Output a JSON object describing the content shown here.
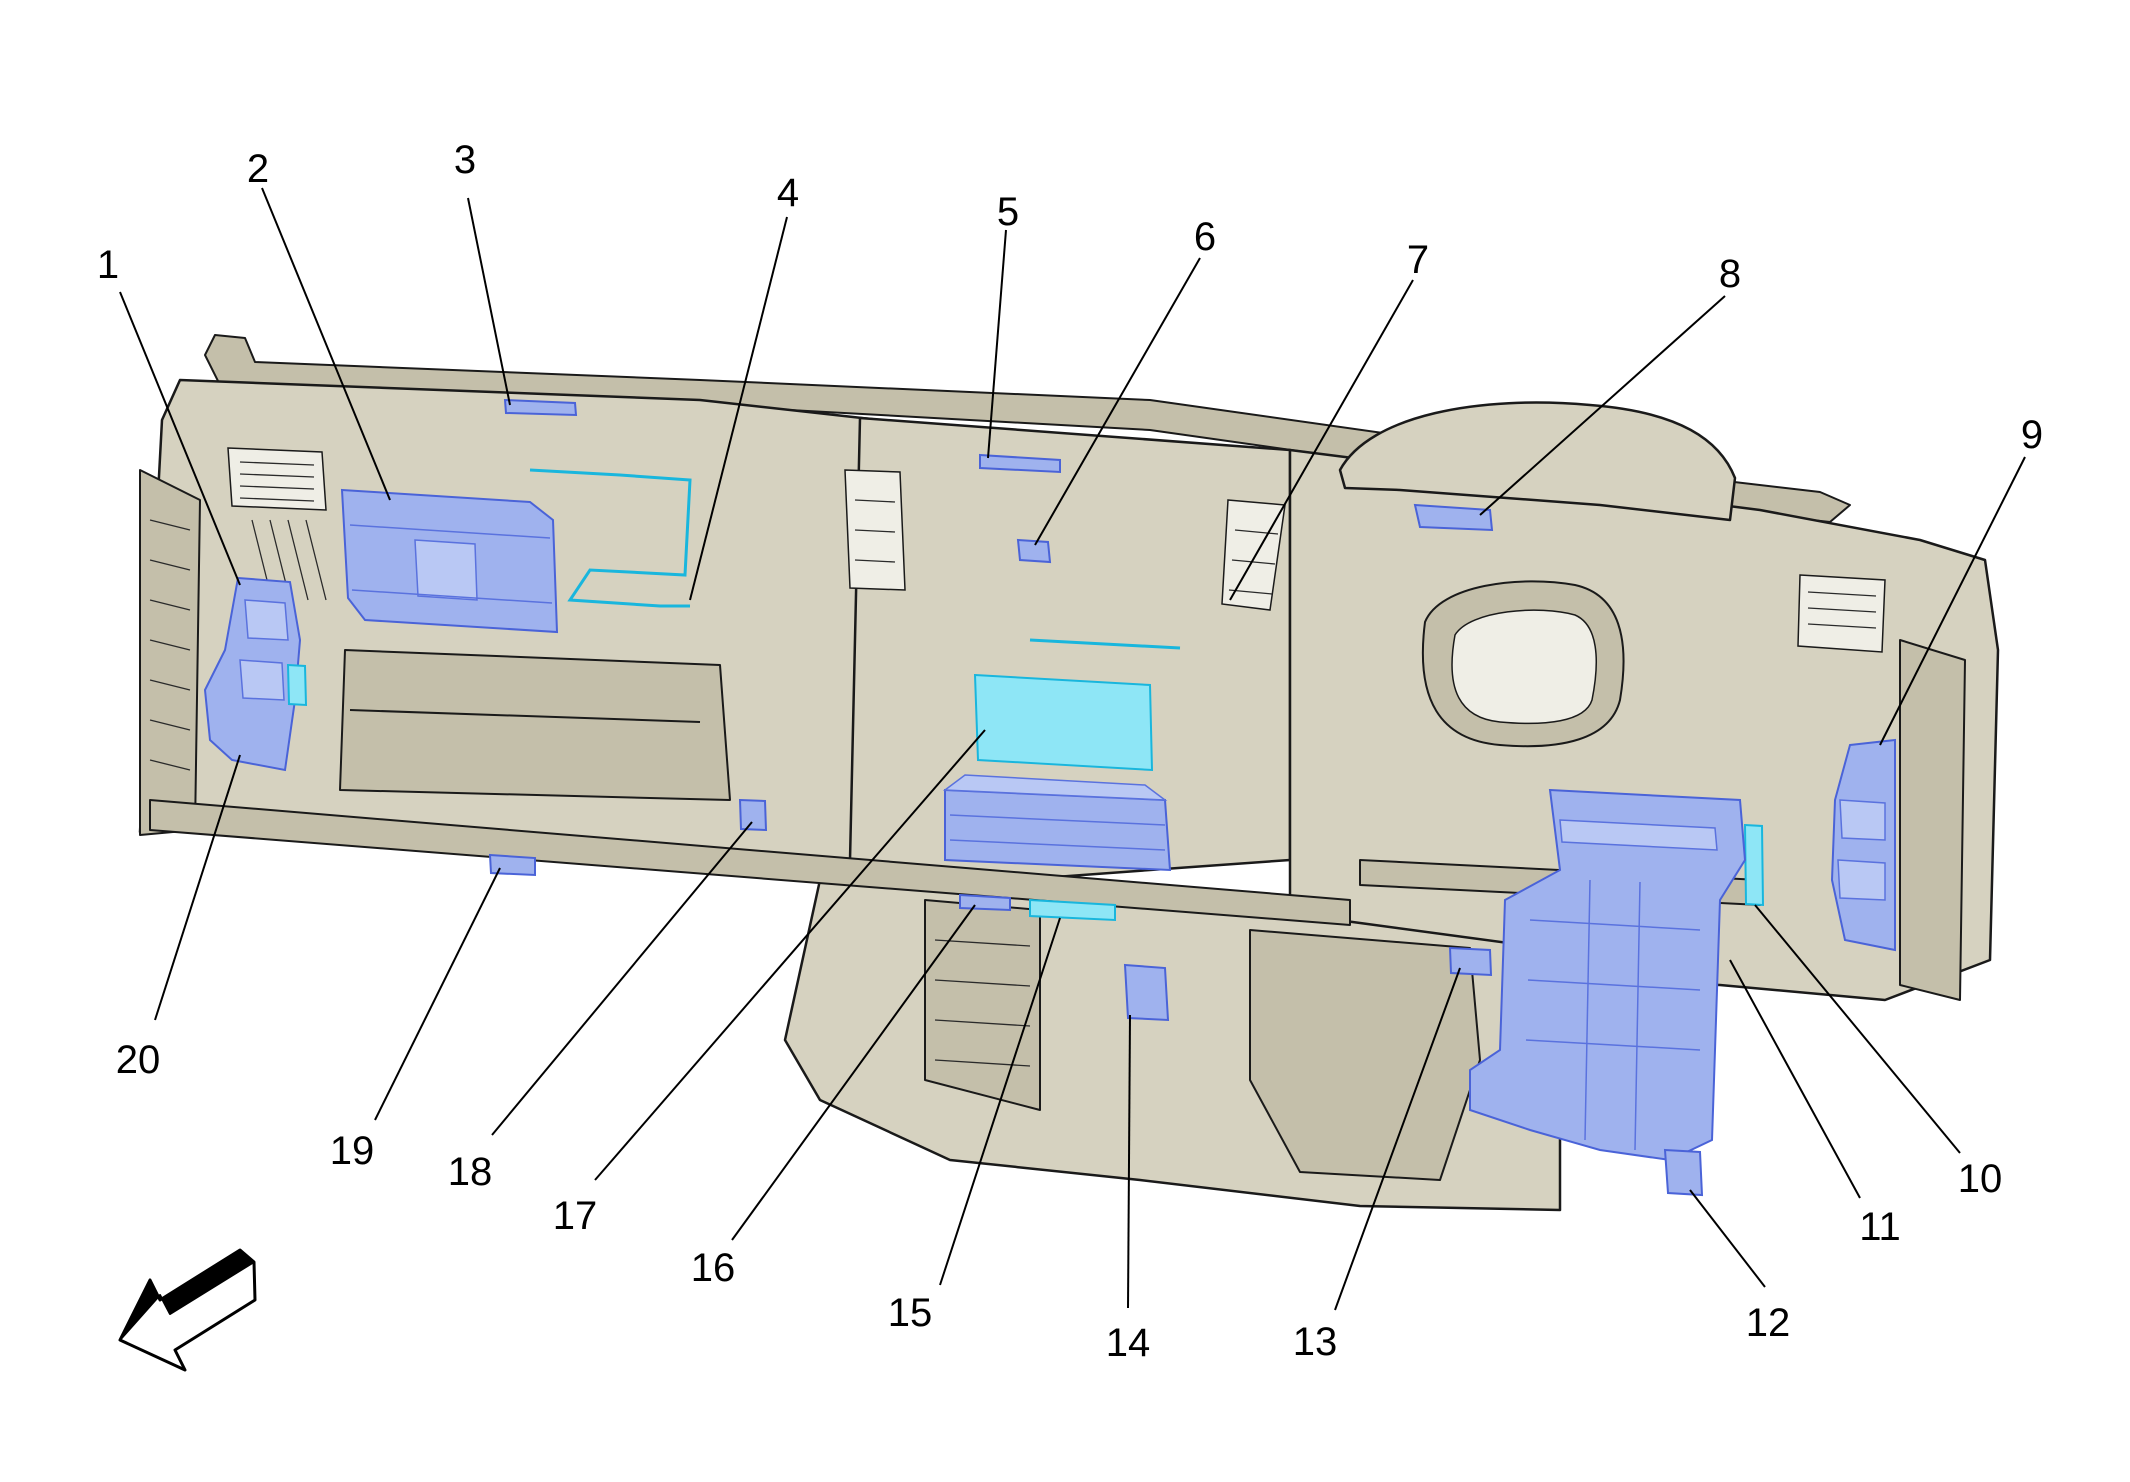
{
  "diagram": {
    "callouts": [
      {
        "id": "1",
        "text": "1"
      },
      {
        "id": "2",
        "text": "2"
      },
      {
        "id": "3",
        "text": "3"
      },
      {
        "id": "4",
        "text": "4"
      },
      {
        "id": "5",
        "text": "5"
      },
      {
        "id": "6",
        "text": "6"
      },
      {
        "id": "7",
        "text": "7"
      },
      {
        "id": "8",
        "text": "8"
      },
      {
        "id": "9",
        "text": "9"
      },
      {
        "id": "10",
        "text": "10"
      },
      {
        "id": "11",
        "text": "11"
      },
      {
        "id": "12",
        "text": "12"
      },
      {
        "id": "13",
        "text": "13"
      },
      {
        "id": "14",
        "text": "14"
      },
      {
        "id": "15",
        "text": "15"
      },
      {
        "id": "16",
        "text": "16"
      },
      {
        "id": "17",
        "text": "17"
      },
      {
        "id": "18",
        "text": "18"
      },
      {
        "id": "19",
        "text": "19"
      },
      {
        "id": "20",
        "text": "20"
      }
    ],
    "colors": {
      "panel": "#d6d2c0",
      "highlight_blue": "#9fb2ee",
      "highlight_cyan": "#8ee6f6",
      "line": "#000000"
    },
    "icons": {
      "direction_arrow": "front-direction-arrow-icon"
    }
  }
}
